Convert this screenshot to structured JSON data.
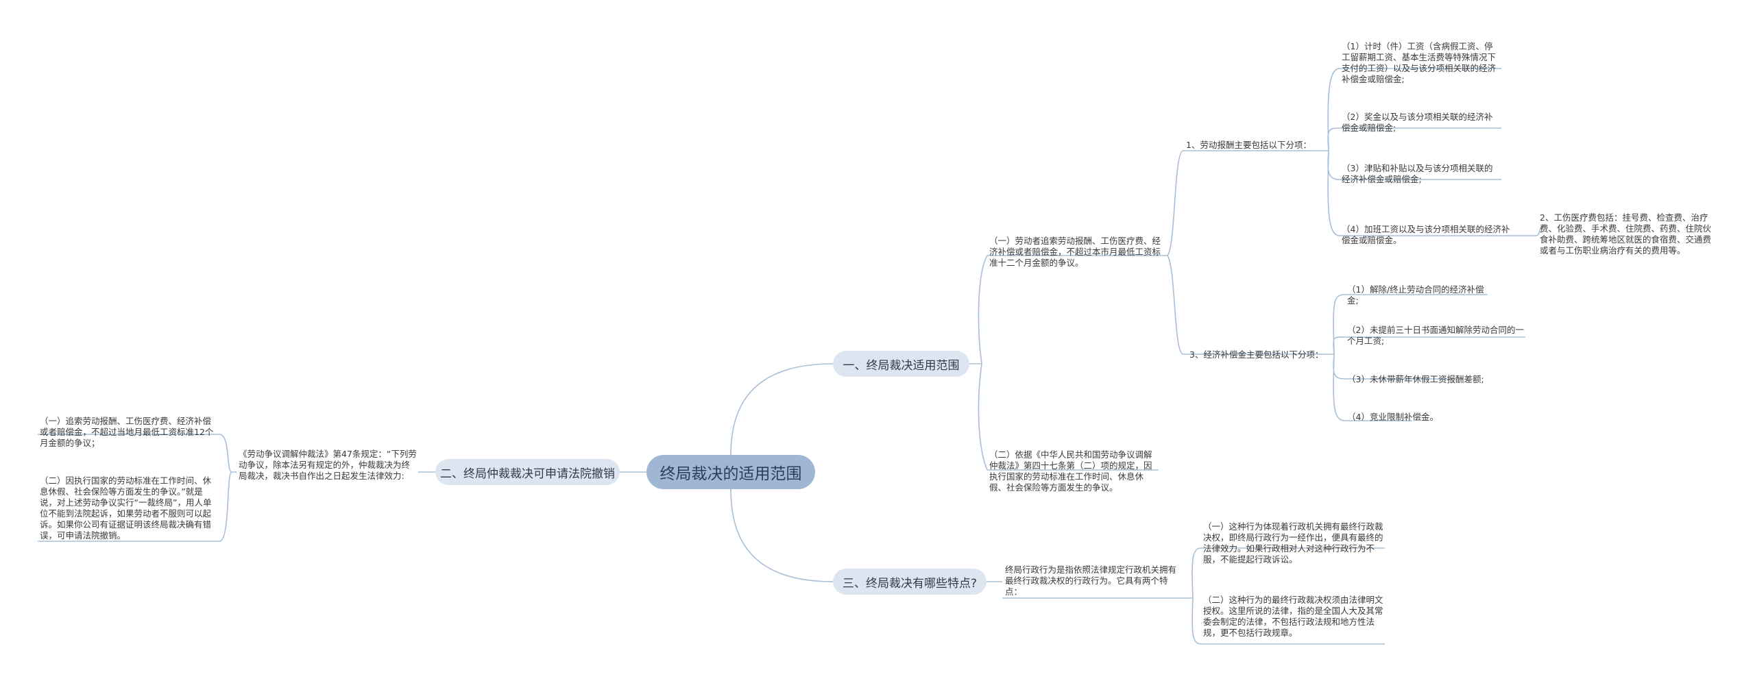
{
  "root": {
    "label": "终局裁决的适用范围"
  },
  "branches": {
    "b1": {
      "label": "一、终局裁决适用范围"
    },
    "b2": {
      "label": "二、终局仲裁裁决可申请法院撤销"
    },
    "b3": {
      "label": "三、终局裁决有哪些特点?"
    }
  },
  "b1": {
    "item1": {
      "text": "（一）劳动者追索劳动报酬、工伤医疗费、经济补偿或者赔偿金，不超过本市月最低工资标准十二个月金额的争议。"
    },
    "item2": {
      "text": "（二）依据《中华人民共和国劳动争议调解仲裁法》第四十七条第（二）项的规定，因执行国家的劳动标准在工作时间、休息休假、社会保险等方面发生的争议。"
    },
    "pay": {
      "label": "1、劳动报酬主要包括以下分项：",
      "items": [
        "（1）计时（件）工资（含病假工资、停工留薪期工资、基本生活费等特殊情况下支付的工资）以及与该分项相关联的经济补偿金或赔偿金;",
        "（2）奖金以及与该分项相关联的经济补偿金或赔偿金;",
        "（3）津贴和补贴以及与该分项相关联的经济补偿金或赔偿金;",
        "（4）加班工资以及与该分项相关联的经济补偿金或赔偿金。"
      ],
      "medical": "2、工伤医疗费包括：挂号费、检查费、治疗费、化验费、手术费、住院费、药费、住院伙食补助费、跨统筹地区就医的食宿费、交通费或者与工伤职业病治疗有关的费用等。"
    },
    "comp": {
      "label": "3、经济补偿金主要包括以下分项：",
      "items": [
        "（1）解除/终止劳动合同的经济补偿金;",
        "（2）未提前三十日书面通知解除劳动合同的一个月工资;",
        "（3）未休带薪年休假工资报酬差额;",
        "（4）竞业限制补偿金。"
      ]
    }
  },
  "b2": {
    "law": "《劳动争议调解仲裁法》第47条规定：“下列劳动争议，除本法另有规定的外，仲裁裁决为终局裁决，裁决书自作出之日起发生法律效力:",
    "items": [
      "（一）追索劳动报酬、工伤医疗费、经济补偿或者赔偿金，不超过当地月最低工资标准12个月金额的争议；",
      "（二）因执行国家的劳动标准在工作时间、休息休假、社会保险等方面发生的争议。”就是说，对上述劳动争议实行“一裁终局”，用人单位不能到法院起诉，如果劳动者不服则可以起诉。如果你公司有证据证明该终局裁决确有错误，可申请法院撤销。"
    ]
  },
  "b3": {
    "intro": "终局行政行为是指依照法律规定行政机关拥有最终行政裁决权的行政行为。它具有两个特点：",
    "items": [
      "（一）这种行为体现着行政机关拥有最终行政裁决权，即终局行政行为一经作出，便具有最终的法律效力。如果行政相对人对这种行政行为不服，不能提起行政诉讼。",
      "（二）这种行为的最终行政裁决权须由法律明文授权。这里所说的法律，指的是全国人大及其常委会制定的法律，不包括行政法规和地方性法规，更不包括行政规章。"
    ]
  }
}
